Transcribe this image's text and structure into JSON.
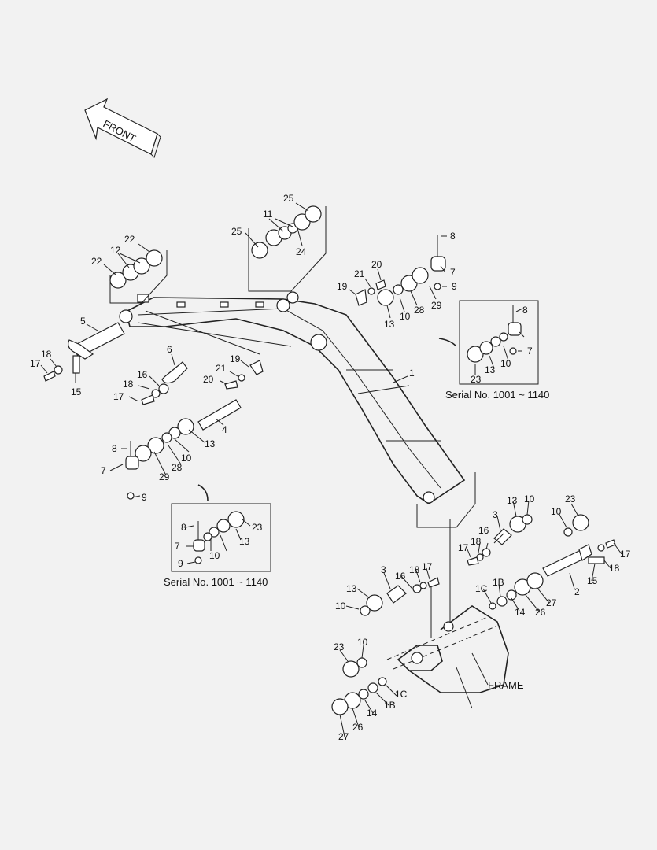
{
  "front_arrow": {
    "label": "FRONT"
  },
  "frame_label": "FRAME",
  "serial_caption_upper": "Serial No. 1001 ~ 1140",
  "serial_caption_lower": "Serial No. 1001 ~ 1140",
  "callouts": [
    "25",
    "11",
    "25",
    "24",
    "22",
    "12",
    "22",
    "5",
    "18",
    "17",
    "15",
    "20",
    "21",
    "19",
    "13",
    "10",
    "28",
    "29",
    "8",
    "7",
    "9",
    "1",
    "6",
    "16",
    "18",
    "17",
    "19",
    "21",
    "20",
    "4",
    "13",
    "10",
    "28",
    "29",
    "8",
    "7",
    "9",
    "8",
    "7",
    "10",
    "13",
    "23",
    "9",
    "7",
    "13",
    "10",
    "8",
    "23",
    "3",
    "13",
    "10",
    "16",
    "18",
    "17",
    "23",
    "10",
    "17",
    "18",
    "15",
    "2",
    "3",
    "16",
    "18",
    "17",
    "13",
    "10",
    "1C",
    "1B",
    "14",
    "26",
    "27",
    "23",
    "10",
    "1C",
    "1B",
    "14",
    "26",
    "27"
  ]
}
